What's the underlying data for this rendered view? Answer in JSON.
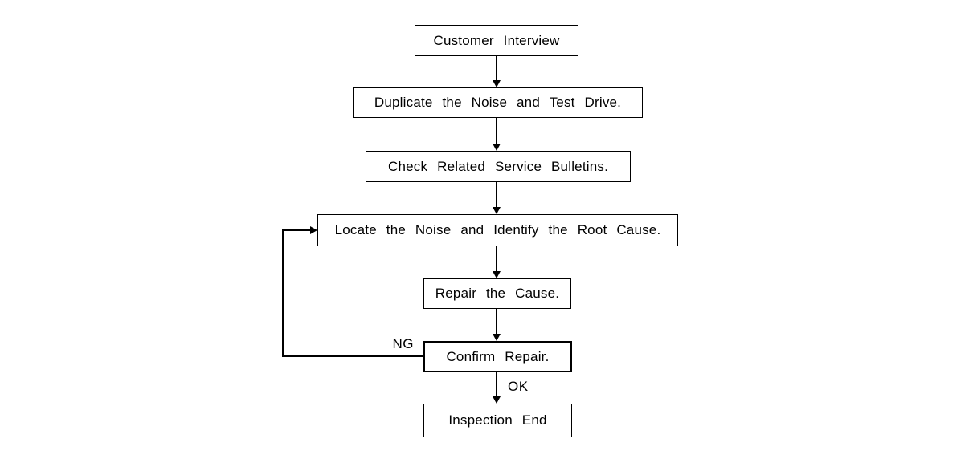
{
  "colors": {
    "background": "#ffffff",
    "line": "#000000",
    "text": "#000000"
  },
  "flowchart": {
    "nodes": [
      {
        "id": "customer-interview",
        "label": "Customer Interview"
      },
      {
        "id": "duplicate-noise-test-drive",
        "label": "Duplicate the Noise and Test Drive."
      },
      {
        "id": "check-related-service-bulletins",
        "label": "Check Related Service Bulletins."
      },
      {
        "id": "locate-noise-identify-root-cause",
        "label": "Locate the Noise and Identify the Root Cause."
      },
      {
        "id": "repair-the-cause",
        "label": "Repair the Cause."
      },
      {
        "id": "confirm-repair",
        "label": "Confirm Repair."
      },
      {
        "id": "inspection-end",
        "label": "Inspection End"
      }
    ],
    "edges": [
      {
        "from": "customer-interview",
        "to": "duplicate-noise-test-drive",
        "label": ""
      },
      {
        "from": "duplicate-noise-test-drive",
        "to": "check-related-service-bulletins",
        "label": ""
      },
      {
        "from": "check-related-service-bulletins",
        "to": "locate-noise-identify-root-cause",
        "label": ""
      },
      {
        "from": "locate-noise-identify-root-cause",
        "to": "repair-the-cause",
        "label": ""
      },
      {
        "from": "repair-the-cause",
        "to": "confirm-repair",
        "label": ""
      },
      {
        "from": "confirm-repair",
        "to": "inspection-end",
        "label": "OK"
      },
      {
        "from": "confirm-repair",
        "to": "locate-noise-identify-root-cause",
        "label": "NG"
      }
    ]
  }
}
